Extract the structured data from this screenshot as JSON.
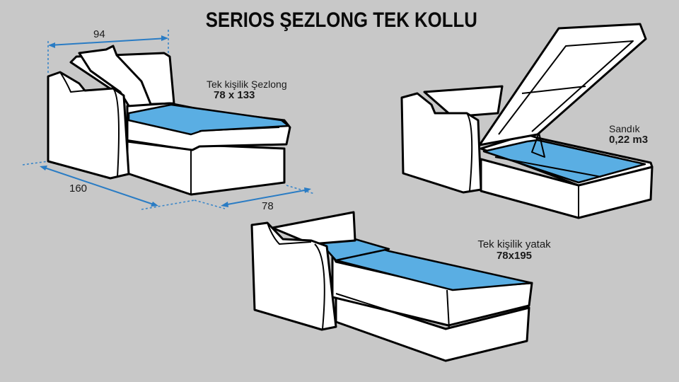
{
  "title": "SERIOS ŞEZLONG TEK KOLLU",
  "colors": {
    "background": "#c8c8c8",
    "fabric": "#ffffff",
    "seat": "#5aaee3",
    "dimension_line": "#2a7cc4",
    "outline": "#000000"
  },
  "views": {
    "chaise": {
      "label": "Tek kişilik Şezlong",
      "size": "78 x 133",
      "dimensions": {
        "width": "94",
        "length": "160",
        "depth": "78"
      }
    },
    "storage": {
      "label": "Sandık",
      "volume": "0,22 m3"
    },
    "bed": {
      "label": "Tek kişilik yatak",
      "size": "78x195"
    }
  }
}
